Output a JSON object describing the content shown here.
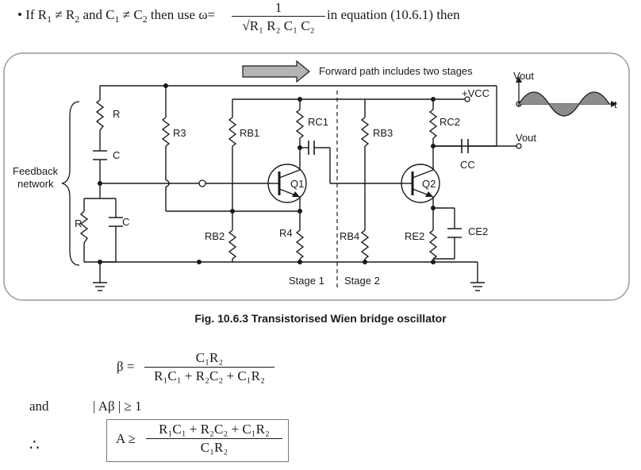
{
  "condition": {
    "bullet": "•",
    "prefix": "If R",
    "r1": "1",
    "neq1": " ≠ R",
    "r2": "2",
    "and_c": " and C",
    "c1": "1",
    "neq2": " ≠ C",
    "c2": "2",
    "mid": " then use ω=",
    "numerator": "1",
    "sqrt": "√",
    "denominator": "R₁ R₂ C₁ C₂",
    "tail": " in equation (10.6.1) then"
  },
  "circuit": {
    "forward_label": "Forward path includes two stages",
    "feedback_label_line1": "Feedback",
    "feedback_label_line2": "network",
    "vcc": "+VCC",
    "vout_top": "Vout",
    "vout_mid": "Vout",
    "t_axis": "t",
    "labels": {
      "R_top": "R",
      "C_top": "C",
      "R_bot": "R",
      "C_bot": "C",
      "R3": "R3",
      "RB1": "RB1",
      "RC1": "RC1",
      "RB2": "RB2",
      "R4": "R4",
      "Q1": "Q1",
      "RB3": "RB3",
      "RC2": "RC2",
      "Q2": "Q2",
      "RB4": "RB4",
      "RE2": "RE2",
      "CE2": "CE2",
      "CC": "CC"
    },
    "stage1": "Stage 1",
    "stage2": "Stage 2",
    "colors": {
      "wire": "#1a1a1a",
      "arrow_fill": "#b3b3b3",
      "wave_fill": "#8c8c8c",
      "panel_border": "#9a9a9a"
    }
  },
  "caption": "Fig. 10.6.3 Transistorised Wien bridge oscillator",
  "equations": {
    "beta_symbol": "β  =",
    "beta_num": "C₁R₂",
    "beta_den": "R₁C₁ + R₂C₂ + C₁R₂",
    "and_word": "and",
    "abeta": "| Aβ |  ≥  1",
    "therefore": "∴",
    "a_symbol": "A  ≥",
    "a_num": "R₁C₁ + R₂C₂ + C₁R₂",
    "a_den": "C₁R₂"
  }
}
